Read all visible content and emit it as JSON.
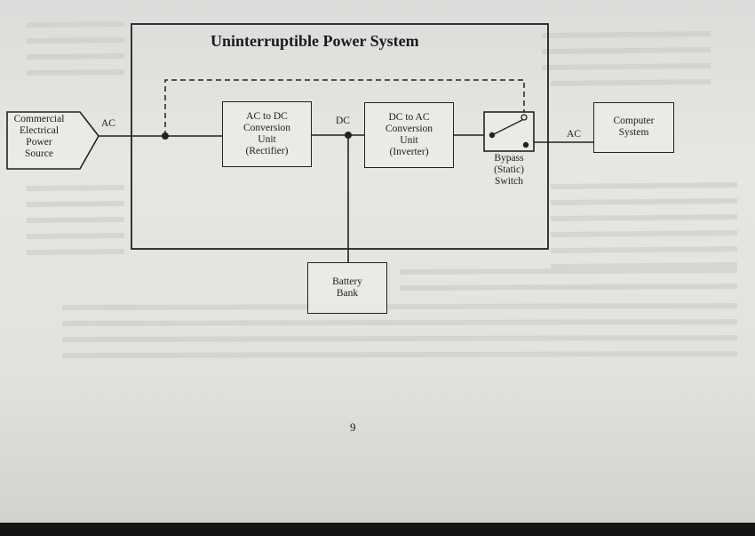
{
  "title": "Uninterruptible Power System",
  "source": {
    "lines": [
      "Commercial",
      "Electrical",
      "Power",
      "Source"
    ]
  },
  "rectifier": {
    "lines": [
      "AC to DC",
      "Conversion",
      "Unit",
      "(Rectifier)"
    ]
  },
  "inverter": {
    "lines": [
      "DC to AC",
      "Conversion",
      "Unit",
      "(Inverter)"
    ]
  },
  "bypass": {
    "lines": [
      "Bypass",
      "(Static)",
      "Switch"
    ]
  },
  "computer": {
    "lines": [
      "Computer",
      "System"
    ]
  },
  "battery": {
    "lines": [
      "Battery",
      "Bank"
    ]
  },
  "links": {
    "ac_in": "AC",
    "dc": "DC",
    "ac_out": "AC"
  },
  "page_number": "9"
}
